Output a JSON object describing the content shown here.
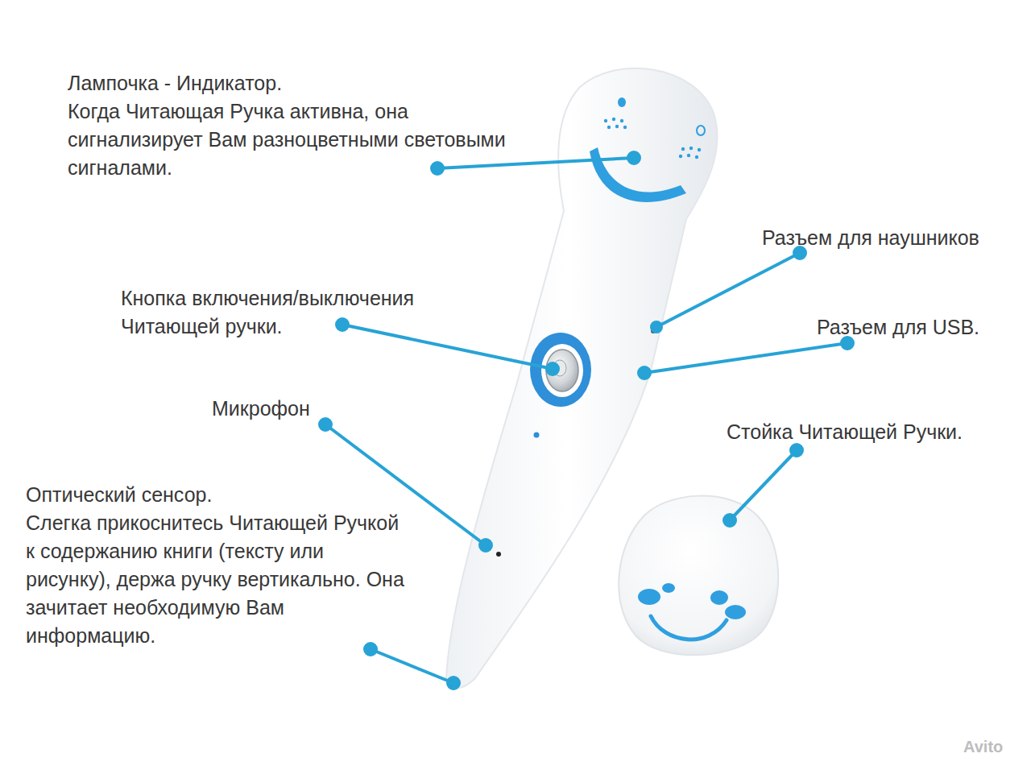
{
  "diagram": {
    "labels": [
      "Лампочка - Индикатор.",
      "Когда Читающая Ручка активна, она сигнализирует Вам разноцветными световыми сигналами.",
      "Разъем для наушников",
      "Кнопка включения/выключения Читающей ручки.",
      "Разъем для USB.",
      "Микрофон",
      "Стойка Читающей Ручки.",
      "Оптический сенсор.",
      "Слегка прикоснитесь Читающей Ручкой к содержанию книги (тексту или рисунку), держа ручку вертикально. Она зачитает необходимую Вам информацию.",
      "Avito"
    ]
  }
}
